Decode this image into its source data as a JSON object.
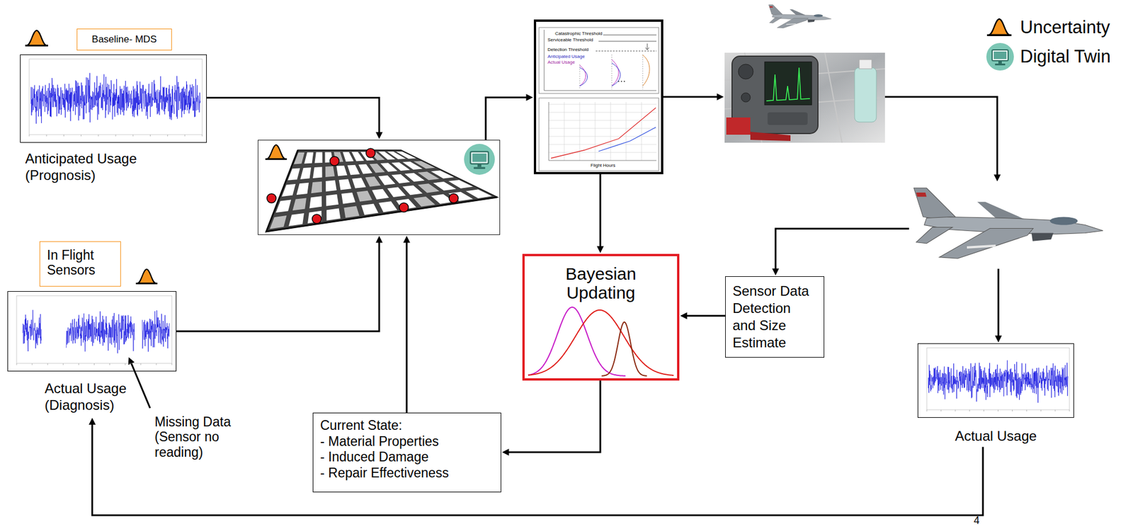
{
  "diagram": {
    "nodes": [
      {
        "text": [
          "Baseline- MDS"
        ]
      },
      {
        "text": [
          "Anticipated Usage (Prognosis)"
        ]
      },
      {
        "text": [
          "In Flight Sensors"
        ]
      },
      {
        "text": [
          "Actual Usage (Diagnosis)"
        ]
      },
      {
        "text": []
      },
      {
        "text": []
      },
      {
        "text": []
      },
      {
        "text": []
      },
      {
        "text": [
          "Sensor Data Detection and Size Estimate"
        ]
      },
      {
        "text": [
          "Bayesian Updating"
        ]
      },
      {
        "text": [
          "Current State:",
          "- Material Properties",
          "- Induced Damage",
          "- Repair Effectiveness"
        ]
      },
      {
        "text": [
          "Actual Usage"
        ]
      }
    ],
    "edges": [
      {
        "from": 1,
        "to": 4,
        "arrow": "to"
      },
      {
        "from": 3,
        "to": 4,
        "arrow": "to"
      },
      {
        "from": 10,
        "to": 4,
        "arrow": "to"
      },
      {
        "from": 4,
        "to": 5,
        "arrow": "to"
      },
      {
        "from": 5,
        "to": 6,
        "arrow": "to"
      },
      {
        "from": 5,
        "to": 9,
        "arrow": "to"
      },
      {
        "from": 6,
        "to": 7,
        "arrow": "to"
      },
      {
        "from": 7,
        "to": 8,
        "arrow": "to"
      },
      {
        "from": 8,
        "to": 9,
        "arrow": "to"
      },
      {
        "from": 9,
        "to": 10,
        "arrow": "to"
      },
      {
        "from": 7,
        "to": 11,
        "arrow": "to"
      },
      {
        "from": 11,
        "to": 3,
        "arrow": "to"
      }
    ],
    "labels": [
      "Missing Data (Sensor no reading)",
      "4",
      "Catastrophic Threshold",
      "Serviceable Threshold",
      "Detection Threshold",
      "Anticipated Usage",
      "Actual Usage",
      "Flight Hours"
    ],
    "legend": [
      {
        "text": "Uncertainty"
      },
      {
        "text": "Digital Twin"
      }
    ]
  }
}
